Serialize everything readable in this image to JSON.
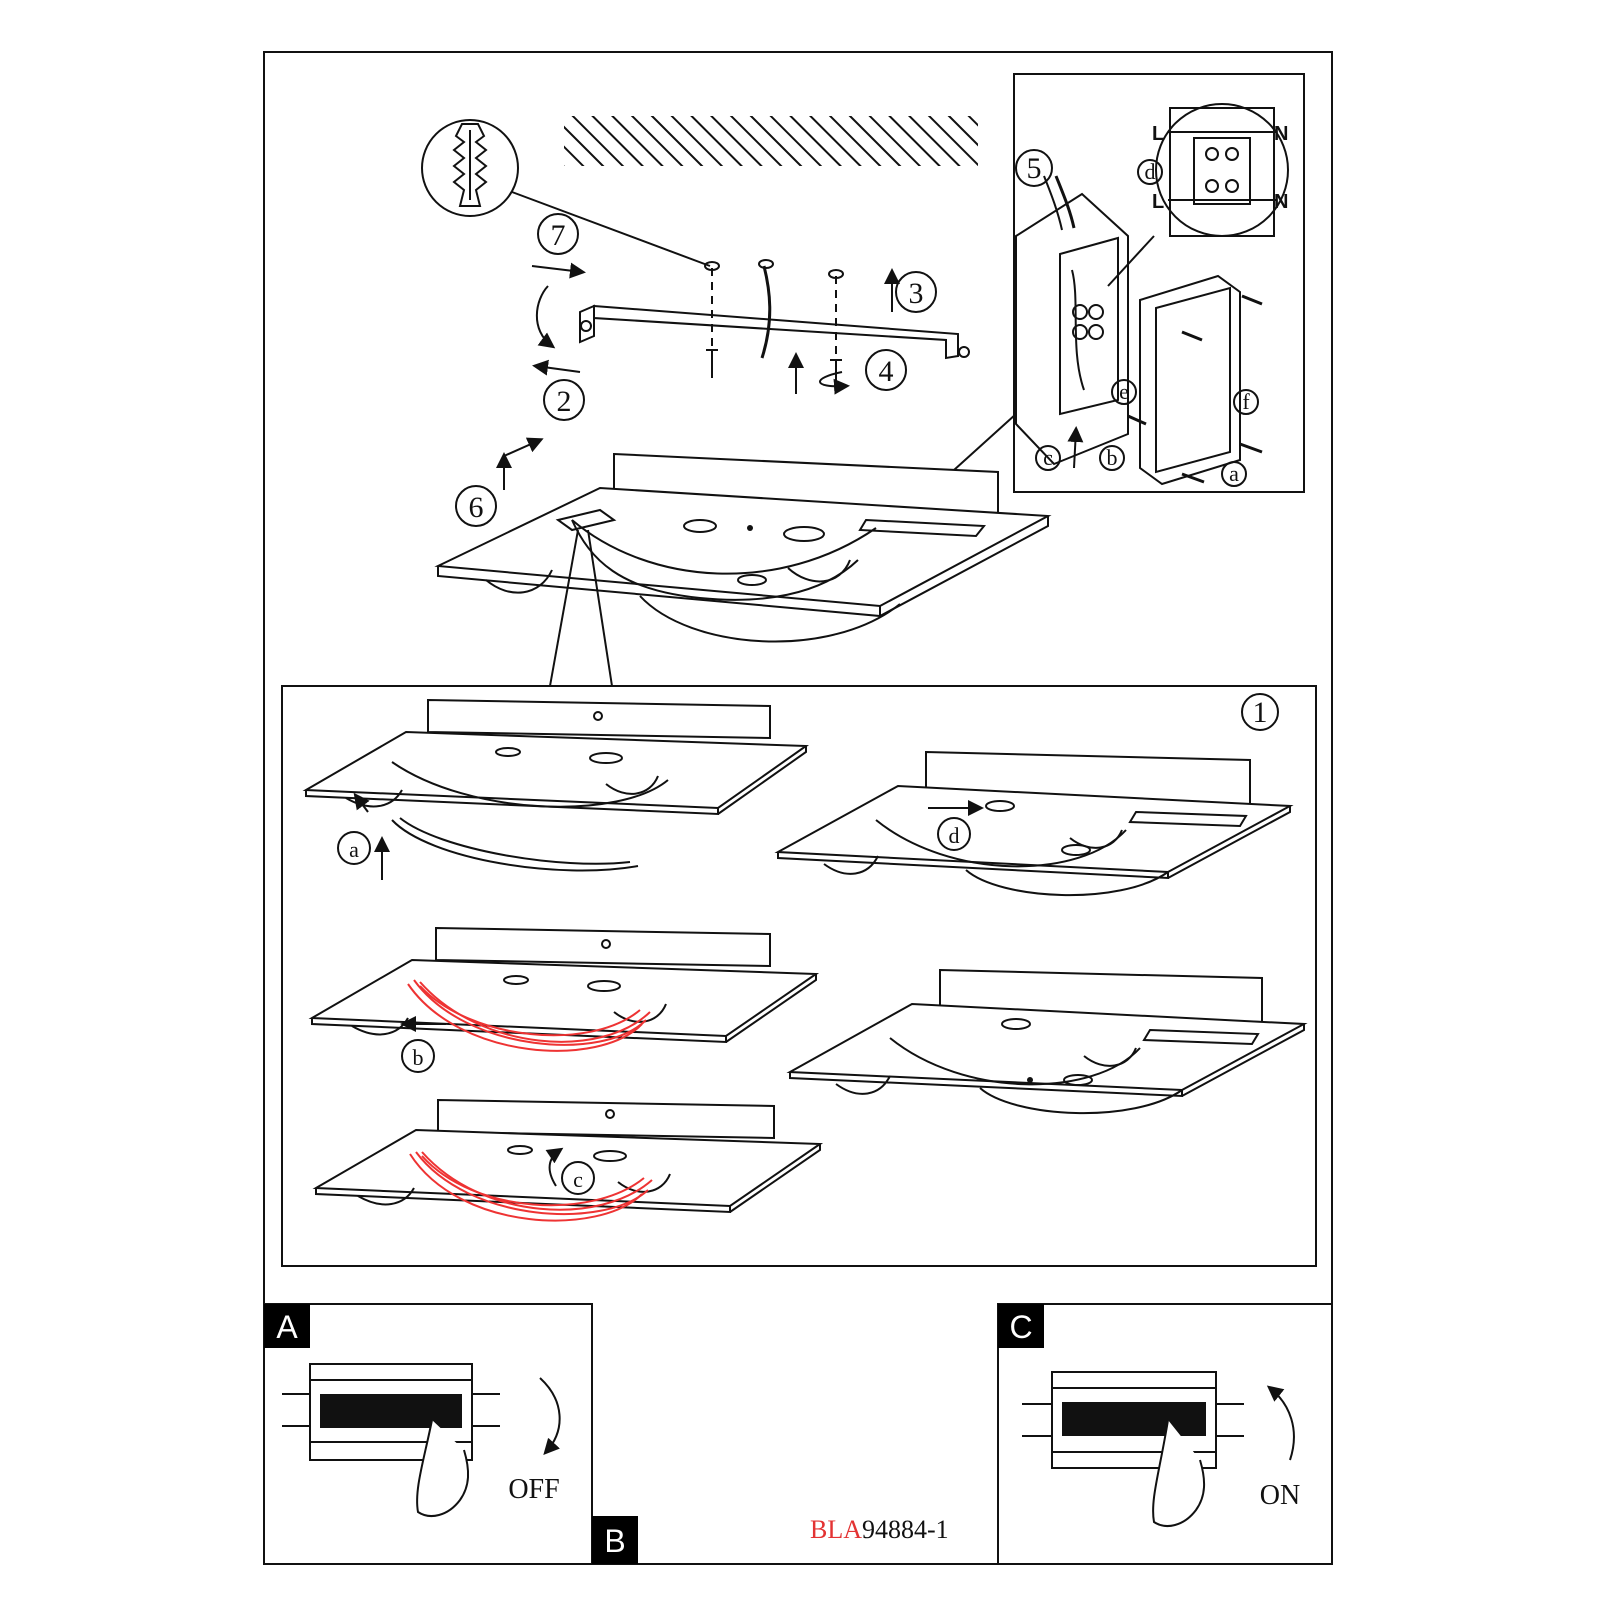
{
  "step_labels": {
    "s1": "1",
    "s2": "2",
    "s3": "3",
    "s4": "4",
    "s5": "5",
    "s6": "6",
    "s7": "7"
  },
  "wiring": {
    "d": "d",
    "e": "e",
    "b": "b",
    "c": "c",
    "f": "f",
    "a": "a",
    "L": "L",
    "N": "N"
  },
  "shade_steps": {
    "a": "a",
    "b": "b",
    "c": "c",
    "d": "d"
  },
  "panels": {
    "A": {
      "tag": "A",
      "state": "OFF"
    },
    "B": {
      "tag": "B"
    },
    "C": {
      "tag": "C",
      "state": "ON"
    }
  },
  "product_code": {
    "prefix": "BLA",
    "number": "94884-1"
  },
  "colors": {
    "accent_red": "#e33333",
    "line": "#111111",
    "tag_bg": "#000000"
  }
}
